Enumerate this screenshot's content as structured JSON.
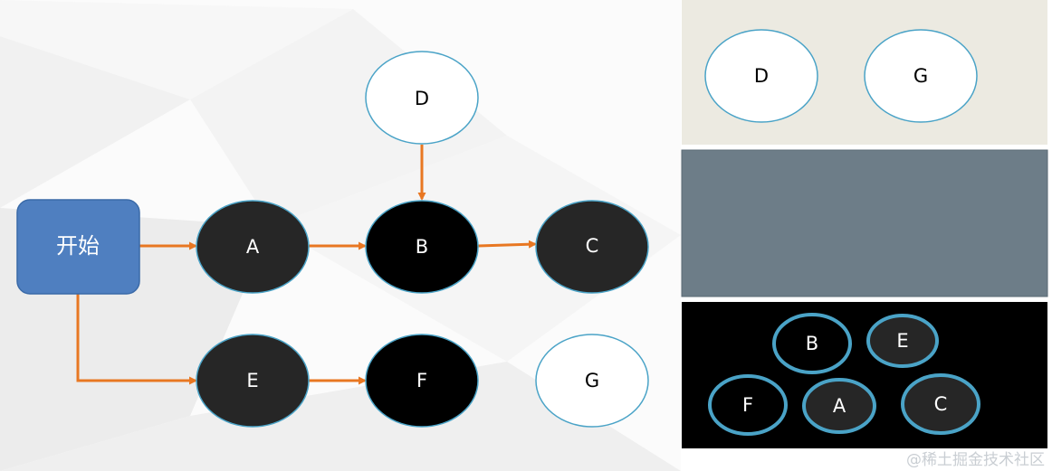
{
  "diagram": {
    "start_label": "开始",
    "nodes": {
      "A": "A",
      "B": "B",
      "C": "C",
      "D": "D",
      "E": "E",
      "F": "F",
      "G": "G"
    },
    "colors": {
      "start_fill": "#4f7fc0",
      "arrow": "#e87722",
      "dark_node": "#262626",
      "black_node": "#000000",
      "white_node": "#ffffff",
      "node_outline": "#4aa3c7"
    }
  },
  "panels": {
    "top": {
      "background": "#eceae1",
      "nodes": [
        "D",
        "G"
      ]
    },
    "middle": {
      "background": "#6d7d88"
    },
    "bottom": {
      "background": "#000000",
      "ring_color": "#4aa3c7",
      "nodes": [
        "B",
        "E",
        "F",
        "A",
        "C"
      ]
    }
  },
  "watermark": "@稀土掘金技术社区"
}
